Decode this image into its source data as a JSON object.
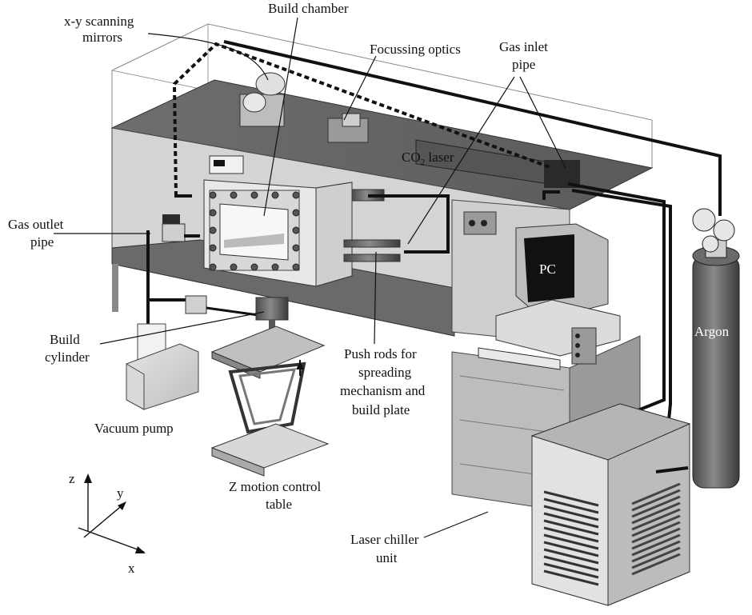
{
  "labels": {
    "xy_mirrors_1": "x-y scanning",
    "xy_mirrors_2": "mirrors",
    "build_chamber": "Build chamber",
    "focussing_optics": "Focussing optics",
    "gas_inlet_1": "Gas inlet",
    "gas_inlet_2": "pipe",
    "co2_laser_pre": "CO",
    "co2_laser_sub": "2",
    "co2_laser_post": " laser",
    "gas_outlet_1": "Gas outlet",
    "gas_outlet_2": "pipe",
    "pc": "PC",
    "argon": "Argon",
    "build_cyl_1": "Build",
    "build_cyl_2": "cylinder",
    "push_rods_1": "Push rods for",
    "push_rods_2": "spreading",
    "push_rods_3": "mechanism and",
    "push_rods_4": "build plate",
    "vacuum_pump": "Vacuum pump",
    "z_table_1": "Z motion control",
    "z_table_2": "table",
    "chiller_1": "Laser chiller",
    "chiller_2": "unit"
  },
  "axes": {
    "z": "z",
    "y": "y",
    "x": "x"
  }
}
